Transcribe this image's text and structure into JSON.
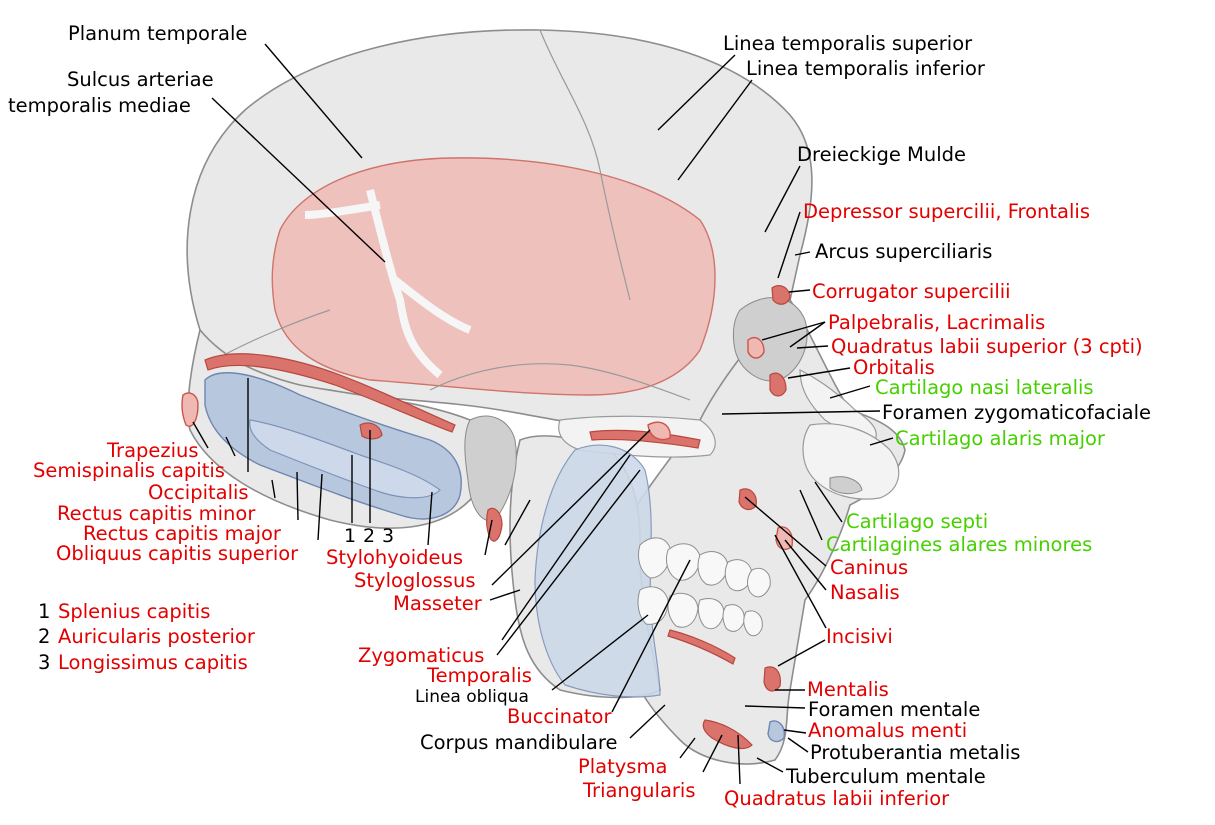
{
  "colors": {
    "bone_label": "#000000",
    "muscle_label": "#e30000",
    "cartilage_label": "#46d000",
    "muscle_origin_red": "#f0b8b3",
    "muscle_insertion_blue": "#b7c7de"
  },
  "labels": {
    "planum_temporale": "Planum temporale",
    "sulcus_arteriae_1": "Sulcus arteriae",
    "sulcus_arteriae_2": "temporalis mediae",
    "linea_temporalis_superior": "Linea temporalis superior",
    "linea_temporalis_inferior": "Linea temporalis inferior",
    "dreieckige_mulde": "Dreieckige Mulde",
    "depressor_supercilii": "Depressor supercilii, Frontalis",
    "arcus_superciliaris": "Arcus superciliaris",
    "corrugator_supercilii": "Corrugator supercilii",
    "palpebralis": "Palpebralis, Lacrimalis",
    "quadratus_labii_superior": "Quadratus labii superior (3 cpti)",
    "orbitalis": "Orbitalis",
    "cartilago_nasi_lateralis": "Cartilago nasi lateralis",
    "foramen_zygomaticofaciale": "Foramen zygomaticofaciale",
    "cartilago_alaris_major": "Cartilago alaris major",
    "cartilago_septi": "Cartilago septi",
    "cartilagines_alares_minores": "Cartilagines alares minores",
    "caninus": "Caninus",
    "nasalis": "Nasalis",
    "incisivi": "Incisivi",
    "mentalis": "Mentalis",
    "foramen_mentale": "Foramen mentale",
    "anomalus_menti": "Anomalus menti",
    "protuberantia_metalis": "Protuberantia metalis",
    "tuberculum_mentale": "Tuberculum mentale",
    "quadratus_labii_inferior": "Quadratus labii inferior",
    "triangularis": "Triangularis",
    "platysma": "Platysma",
    "corpus_mandibulare": "Corpus mandibulare",
    "buccinator": "Buccinator",
    "linea_obliqua": "Linea obliqua",
    "temporalis": "Temporalis",
    "zygomaticus": "Zygomaticus",
    "masseter": "Masseter",
    "styloglossus": "Styloglossus",
    "stylohyoideus": "Stylohyoideus",
    "num_1": "1",
    "num_2": "2",
    "num_3": "3",
    "trapezius": "Trapezius",
    "semispinalis_capitis": "Semispinalis capitis",
    "occipitalis": "Occipitalis",
    "rectus_capitis_minor": "Rectus capitis minor",
    "rectus_capitis_major": "Rectus capitis major",
    "obliquus_capitis_superior": "Obliquus capitis superior"
  },
  "legend": [
    {
      "number": "1",
      "name": "Splenius capitis"
    },
    {
      "number": "2",
      "name": "Auricularis posterior"
    },
    {
      "number": "3",
      "name": "Longissimus capitis"
    }
  ]
}
